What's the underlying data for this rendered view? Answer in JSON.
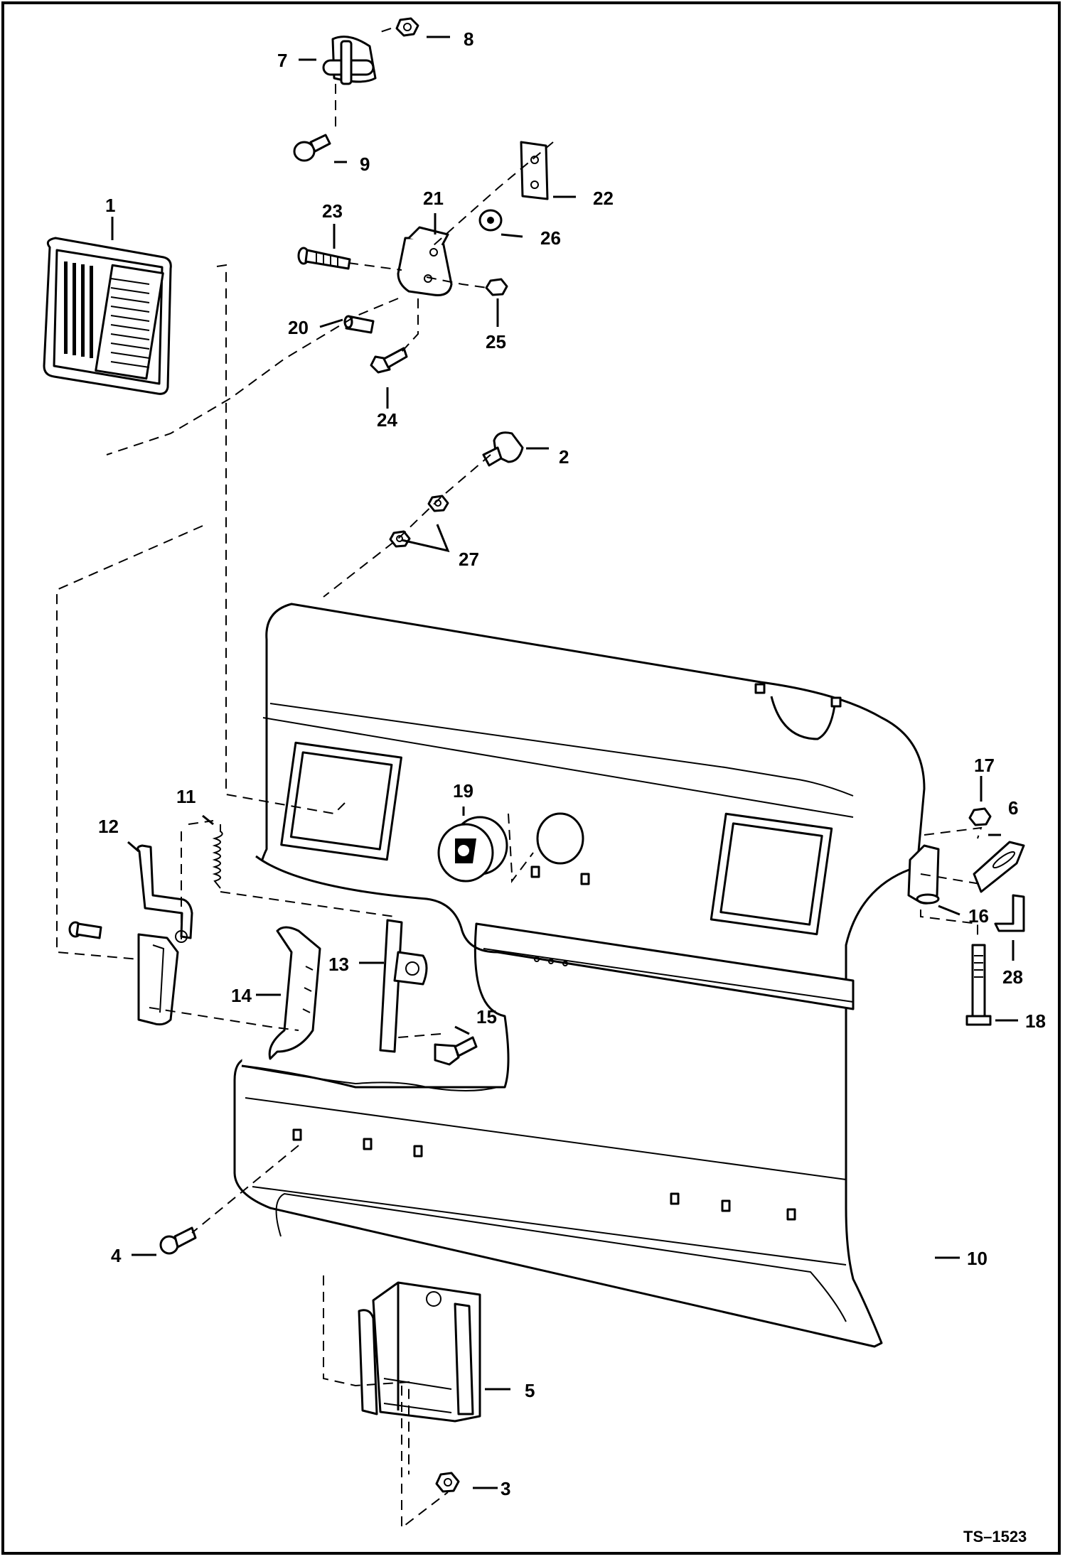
{
  "figure_code": "TS–1523",
  "callouts": [
    {
      "id": "c1",
      "label": "1"
    },
    {
      "id": "c2",
      "label": "2"
    },
    {
      "id": "c3",
      "label": "3"
    },
    {
      "id": "c4",
      "label": "4"
    },
    {
      "id": "c5",
      "label": "5"
    },
    {
      "id": "c6",
      "label": "6"
    },
    {
      "id": "c7",
      "label": "7"
    },
    {
      "id": "c8",
      "label": "8"
    },
    {
      "id": "c9",
      "label": "9"
    },
    {
      "id": "c10",
      "label": "10"
    },
    {
      "id": "c11",
      "label": "11"
    },
    {
      "id": "c12",
      "label": "12"
    },
    {
      "id": "c13",
      "label": "13"
    },
    {
      "id": "c14",
      "label": "14"
    },
    {
      "id": "c15",
      "label": "15"
    },
    {
      "id": "c16",
      "label": "16"
    },
    {
      "id": "c17",
      "label": "17"
    },
    {
      "id": "c18",
      "label": "18"
    },
    {
      "id": "c19",
      "label": "19"
    },
    {
      "id": "c20",
      "label": "20"
    },
    {
      "id": "c21",
      "label": "21"
    },
    {
      "id": "c22",
      "label": "22"
    },
    {
      "id": "c23",
      "label": "23"
    },
    {
      "id": "c24",
      "label": "24"
    },
    {
      "id": "c25",
      "label": "25"
    },
    {
      "id": "c26",
      "label": "26"
    },
    {
      "id": "c27",
      "label": "27"
    },
    {
      "id": "c28",
      "label": "28"
    }
  ]
}
